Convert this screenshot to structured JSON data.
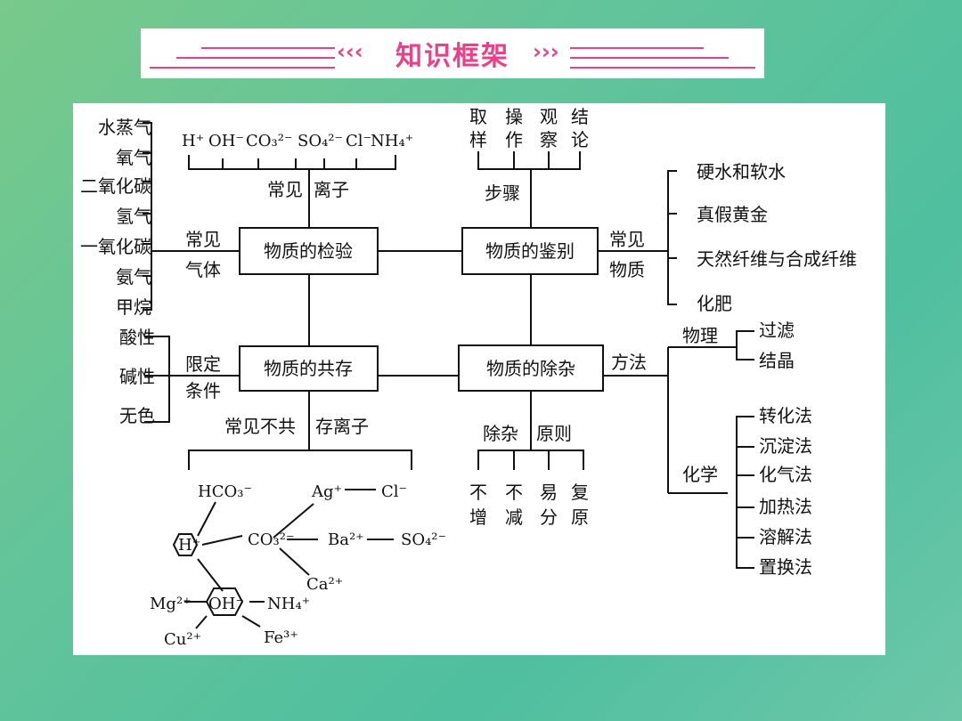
{
  "header": {
    "title": "知识框架",
    "left_chevrons": "‹‹‹",
    "right_chevrons": "›››"
  },
  "nodes": {
    "detect": "物质的检验",
    "identify": "物质的鉴别",
    "coexist": "物质的共存",
    "remove": "物质的除杂"
  },
  "detect_branch": {
    "gases": [
      "水蒸气",
      "氧气",
      "二氧化碳",
      "氢气",
      "一氧化碳",
      "氨气",
      "甲烷"
    ],
    "gas_label_1": "常见",
    "gas_label_2": "气体",
    "ions_label_1": "常见",
    "ions_label_2": "离子",
    "ions": [
      "H⁺",
      "OH⁻",
      "CO₃²⁻",
      "SO₄²⁻",
      "Cl⁻",
      "NH₄⁺"
    ]
  },
  "identify_branch": {
    "steps_label": "步骤",
    "steps_top": [
      "取",
      "操",
      "观",
      "结"
    ],
    "steps_bottom": [
      "样",
      "作",
      "察",
      "论"
    ],
    "substances_label_1": "常见",
    "substances_label_2": "物质",
    "substances": [
      "硬水和软水",
      "真假黄金",
      "天然纤维与合成纤维",
      "化肥"
    ]
  },
  "coexist_branch": {
    "conditions": [
      "酸性",
      "碱性",
      "无色"
    ],
    "cond_label_1": "限定",
    "cond_label_2": "条件",
    "ions_label_1": "常见不共",
    "ions_label_2": "存离子",
    "ion_labels": {
      "hco3": "HCO₃⁻",
      "ag": "Ag⁺",
      "cl": "Cl⁻",
      "h": "H⁺",
      "co3": "CO₃²⁻",
      "ba": "Ba²⁺",
      "so4": "SO₄²⁻",
      "ca": "Ca²⁺",
      "mg": "Mg²⁺",
      "oh": "OH⁻",
      "nh4": "NH₄⁺",
      "cu": "Cu²⁺",
      "fe": "Fe³⁺"
    }
  },
  "remove_branch": {
    "principle_label_1": "除杂",
    "principle_label_2": "原则",
    "principles_top": [
      "不",
      "不",
      "易",
      "复"
    ],
    "principles_bottom": [
      "增",
      "减",
      "分",
      "原"
    ],
    "method_label": "方法",
    "physical_label": "物理",
    "physical": [
      "过滤",
      "结晶"
    ],
    "chemical_label": "化学",
    "chemical": [
      "转化法",
      "沉淀法",
      "化气法",
      "加热法",
      "溶解法",
      "置换法"
    ]
  }
}
